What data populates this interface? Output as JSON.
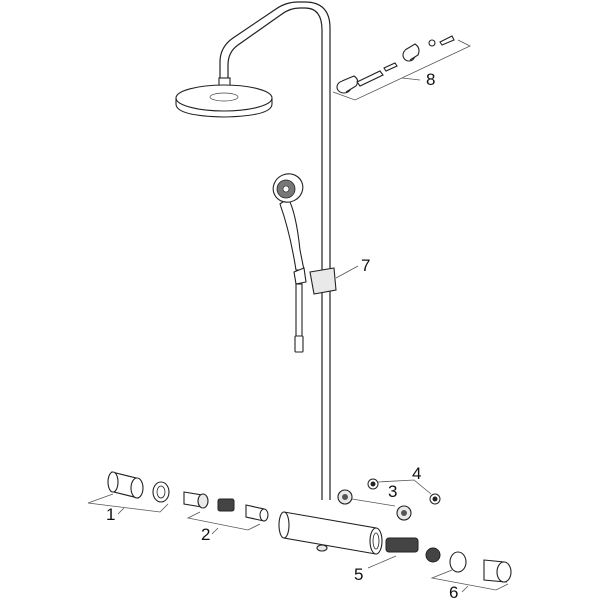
{
  "diagram": {
    "type": "exploded-view",
    "subject": "shower system with thermostatic mixer",
    "callouts": [
      {
        "id": "1",
        "label": "1"
      },
      {
        "id": "2",
        "label": "2"
      },
      {
        "id": "3",
        "label": "3"
      },
      {
        "id": "4",
        "label": "4"
      },
      {
        "id": "5",
        "label": "5"
      },
      {
        "id": "6",
        "label": "6"
      },
      {
        "id": "7",
        "label": "7"
      },
      {
        "id": "8",
        "label": "8"
      }
    ]
  }
}
